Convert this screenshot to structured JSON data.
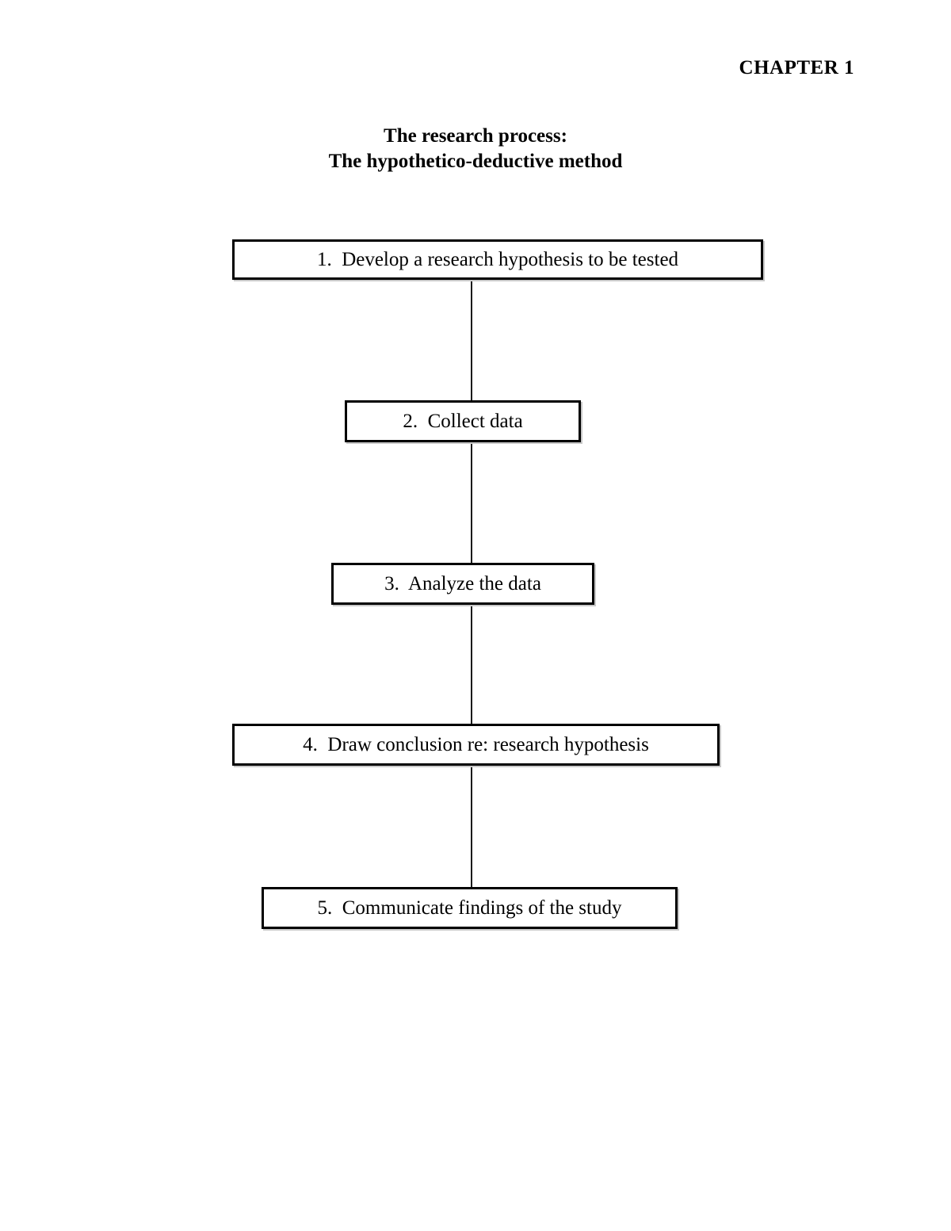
{
  "page": {
    "background": "#ffffff",
    "ink": "#000000"
  },
  "header": {
    "chapter_label": "CHAPTER 1"
  },
  "title": {
    "line1": "The research process:",
    "line2": "The hypothetico-deductive method"
  },
  "flowchart": {
    "orientation": "vertical",
    "connector_color": "#1a1a1a",
    "box_border_color": "#000000",
    "box_fill": "#ffffff",
    "steps": [
      {
        "number": "1.",
        "label": "1.  Develop a research hypothesis to be tested"
      },
      {
        "number": "2.",
        "label": "2.  Collect data"
      },
      {
        "number": "3.",
        "label": "3.  Analyze the data"
      },
      {
        "number": "4.",
        "label": "4.  Draw conclusion re: research hypothesis"
      },
      {
        "number": "5.",
        "label": "5.  Communicate findings of the study"
      }
    ]
  }
}
